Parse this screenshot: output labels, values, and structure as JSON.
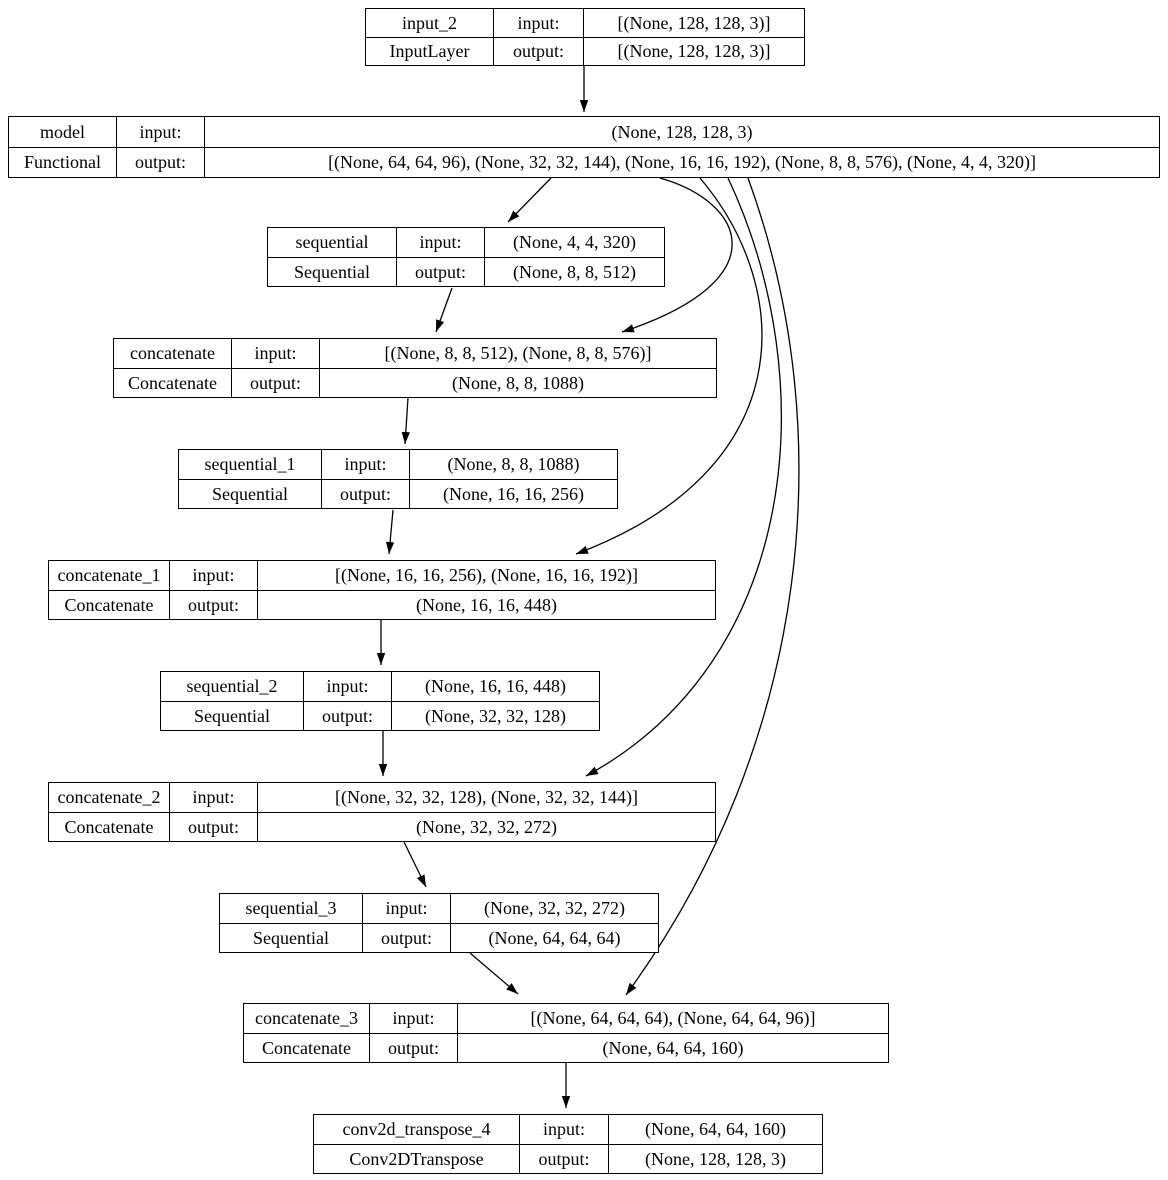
{
  "diagram_type": "keras-model-plot",
  "colors": {
    "background": "#ffffff",
    "node_border": "#000000",
    "text": "#000000",
    "edge": "#000000"
  },
  "labels": {
    "input": "input:",
    "output": "output:"
  },
  "nodes": [
    {
      "name": "input_2",
      "type": "InputLayer",
      "input": "[(None, 128, 128, 3)]",
      "output": "[(None, 128, 128, 3)]"
    },
    {
      "name": "model",
      "type": "Functional",
      "input": "(None, 128, 128, 3)",
      "output": "[(None, 64, 64, 96), (None, 32, 32, 144), (None, 16, 16, 192), (None, 8, 8, 576), (None, 4, 4, 320)]"
    },
    {
      "name": "sequential",
      "type": "Sequential",
      "input": "(None, 4, 4, 320)",
      "output": "(None, 8, 8, 512)"
    },
    {
      "name": "concatenate",
      "type": "Concatenate",
      "input": "[(None, 8, 8, 512), (None, 8, 8, 576)]",
      "output": "(None, 8, 8, 1088)"
    },
    {
      "name": "sequential_1",
      "type": "Sequential",
      "input": "(None, 8, 8, 1088)",
      "output": "(None, 16, 16, 256)"
    },
    {
      "name": "concatenate_1",
      "type": "Concatenate",
      "input": "[(None, 16, 16, 256), (None, 16, 16, 192)]",
      "output": "(None, 16, 16, 448)"
    },
    {
      "name": "sequential_2",
      "type": "Sequential",
      "input": "(None, 16, 16, 448)",
      "output": "(None, 32, 32, 128)"
    },
    {
      "name": "concatenate_2",
      "type": "Concatenate",
      "input": "[(None, 32, 32, 128), (None, 32, 32, 144)]",
      "output": "(None, 32, 32, 272)"
    },
    {
      "name": "sequential_3",
      "type": "Sequential",
      "input": "(None, 32, 32, 272)",
      "output": "(None, 64, 64, 64)"
    },
    {
      "name": "concatenate_3",
      "type": "Concatenate",
      "input": "[(None, 64, 64, 64), (None, 64, 64, 96)]",
      "output": "(None, 64, 64, 160)"
    },
    {
      "name": "conv2d_transpose_4",
      "type": "Conv2DTranspose",
      "input": "(None, 64, 64, 160)",
      "output": "(None, 128, 128, 3)"
    }
  ],
  "edges": [
    {
      "from": "input_2",
      "to": "model"
    },
    {
      "from": "model",
      "to": "sequential"
    },
    {
      "from": "model",
      "to": "concatenate"
    },
    {
      "from": "sequential",
      "to": "concatenate"
    },
    {
      "from": "concatenate",
      "to": "sequential_1"
    },
    {
      "from": "model",
      "to": "concatenate_1"
    },
    {
      "from": "sequential_1",
      "to": "concatenate_1"
    },
    {
      "from": "concatenate_1",
      "to": "sequential_2"
    },
    {
      "from": "model",
      "to": "concatenate_2"
    },
    {
      "from": "sequential_2",
      "to": "concatenate_2"
    },
    {
      "from": "concatenate_2",
      "to": "sequential_3"
    },
    {
      "from": "model",
      "to": "concatenate_3"
    },
    {
      "from": "sequential_3",
      "to": "concatenate_3"
    },
    {
      "from": "concatenate_3",
      "to": "conv2d_transpose_4"
    }
  ]
}
